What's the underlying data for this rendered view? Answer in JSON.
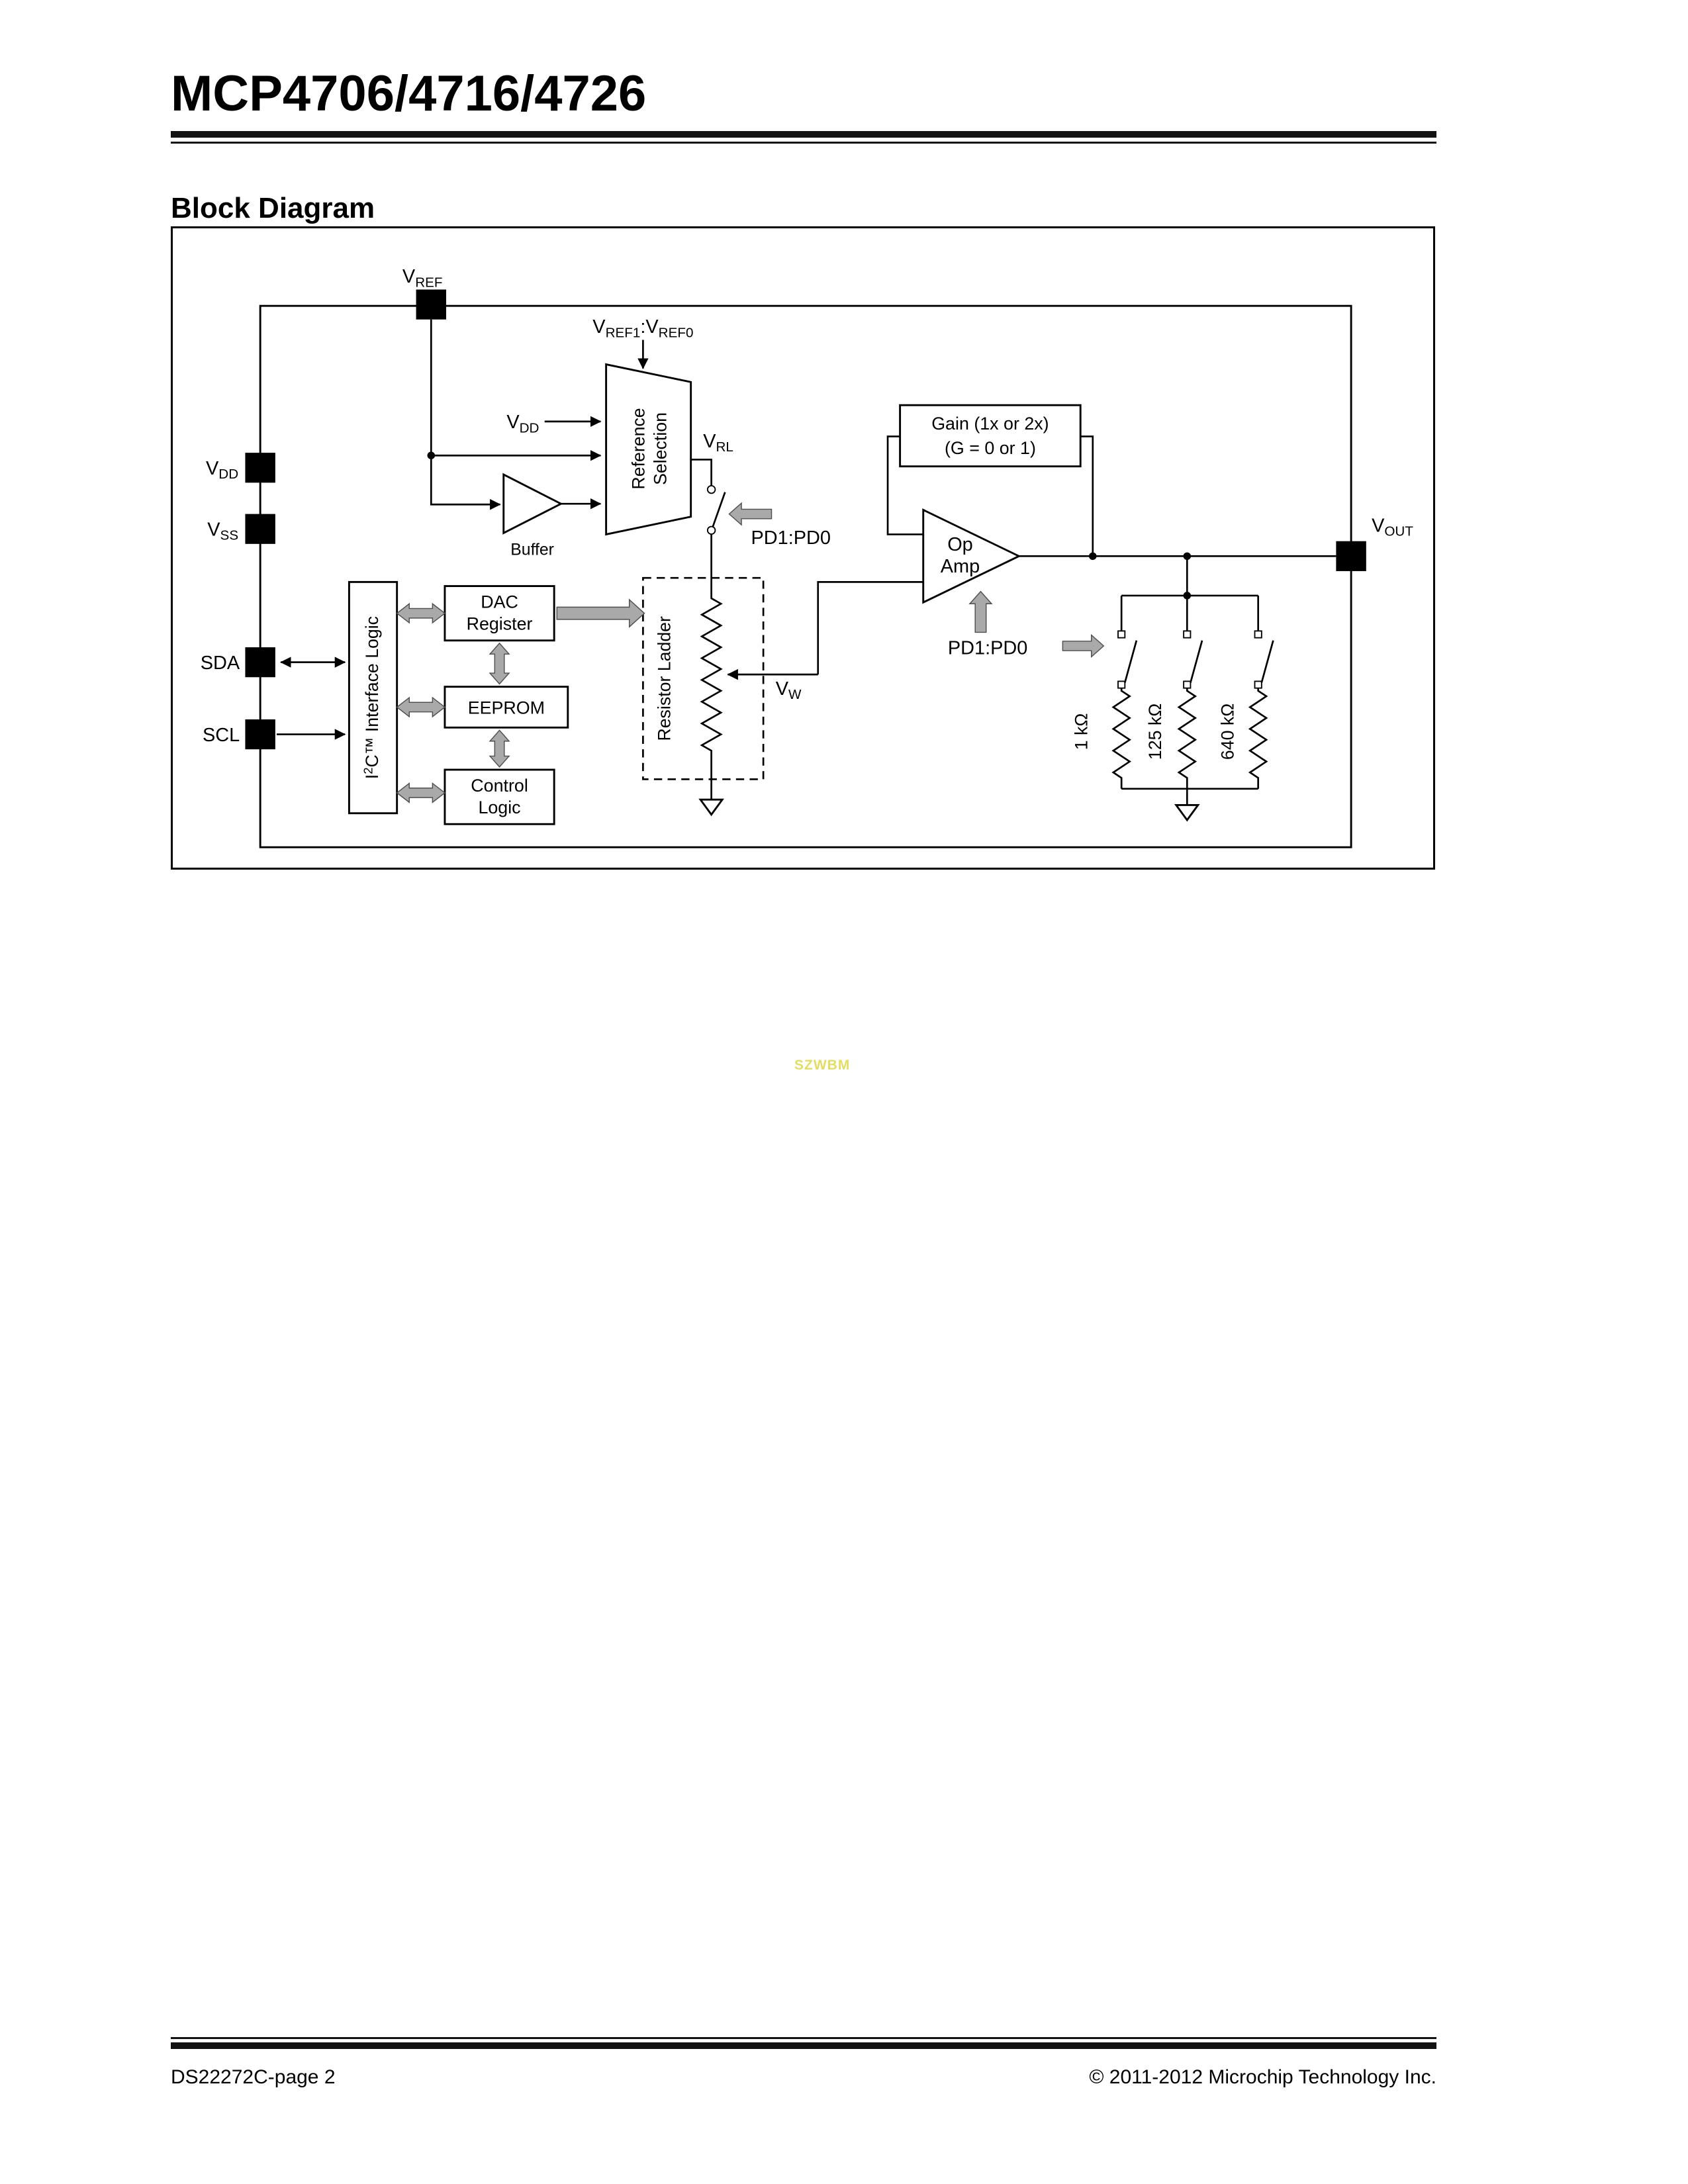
{
  "page": {
    "title": "MCP4706/4716/4726",
    "section_heading": "Block Diagram",
    "watermark": "SZWBM",
    "footer": {
      "left": "DS22272C-page 2",
      "right": "© 2011-2012 Microchip Technology Inc."
    }
  },
  "diagram": {
    "pins": {
      "vref": {
        "base": "V",
        "sub": "REF"
      },
      "vdd": {
        "base": "V",
        "sub": "DD"
      },
      "vss": {
        "base": "V",
        "sub": "SS"
      },
      "sda": "SDA",
      "scl": "SCL",
      "vout": {
        "base": "V",
        "sub": "OUT"
      }
    },
    "nets": {
      "vref_select": {
        "p1": "V",
        "s1": "REF1",
        "p2": ":V",
        "s2": "REF0"
      },
      "vdd_ref": {
        "base": "V",
        "sub": "DD"
      },
      "vrl": {
        "base": "V",
        "sub": "RL"
      },
      "vw": {
        "base": "V",
        "sub": "W"
      },
      "pd_ladder": "PD1:PD0",
      "pd_opamp": "PD1:PD0"
    },
    "blocks": {
      "reference_selection": {
        "line1": "Reference",
        "line2": "Selection"
      },
      "buffer": "Buffer",
      "i2c": {
        "pre": "I",
        "sup": "2",
        "post": "C™ Interface Logic"
      },
      "dac_register": {
        "line1": "DAC",
        "line2": "Register"
      },
      "eeprom": "EEPROM",
      "control_logic": {
        "line1": "Control",
        "line2": "Logic"
      },
      "resistor_ladder": "Resistor Ladder",
      "op_amp": {
        "line1": "Op",
        "line2": "Amp"
      },
      "gain": {
        "line1": "Gain (1x or 2x)",
        "line2": "(G = 0 or 1)"
      }
    },
    "resistors": {
      "r1": "1 kΩ",
      "r2": "125 kΩ",
      "r3": "640 kΩ"
    }
  }
}
